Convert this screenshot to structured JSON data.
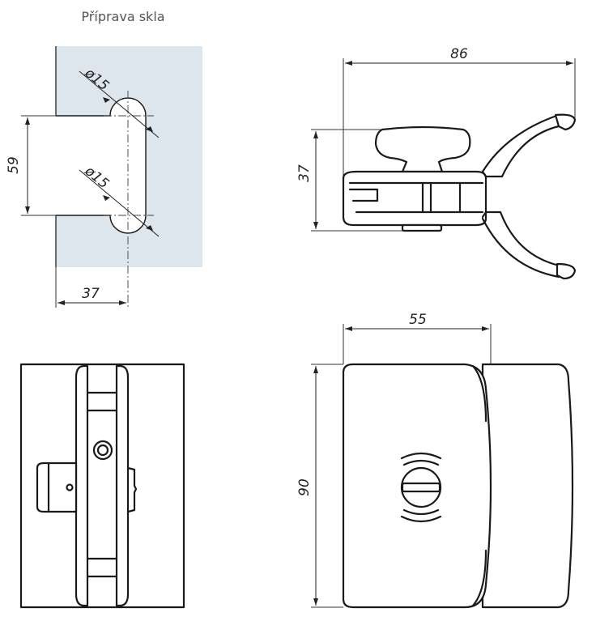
{
  "title": "Příprava skla",
  "colors": {
    "glass": "#dde6ec",
    "line": "#1a1a1a",
    "text": "#222222",
    "title": "#555555"
  },
  "dimensions": {
    "hole_top": "ø15",
    "hole_bottom": "ø15",
    "hole_spacing": "59",
    "edge_offset": "37",
    "side_width": "86",
    "side_height": "37",
    "front_width": "55",
    "front_height": "90"
  }
}
